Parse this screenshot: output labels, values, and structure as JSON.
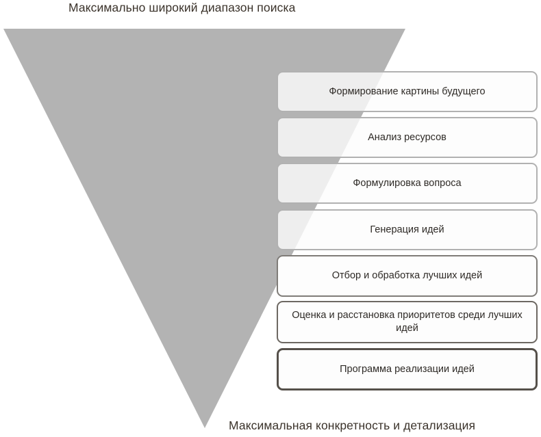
{
  "diagram": {
    "top_label": "Максимально широкий диапазон поиска",
    "bottom_label": "Максимальная конкретность и детализация",
    "funnel_color": "#b3b3b3",
    "stages": [
      {
        "label": "Формирование картины будущего",
        "style": "light",
        "border_color": "#adadad"
      },
      {
        "label": "Анализ ресурсов",
        "style": "light",
        "border_color": "#adadad"
      },
      {
        "label": "Формулировка вопроса",
        "style": "light",
        "border_color": "#adadad"
      },
      {
        "label": "Генерация идей",
        "style": "light",
        "border_color": "#adadad"
      },
      {
        "label": "Отбор и обработка лучших идей",
        "style": "solid-a",
        "border_color": "#7f7c78"
      },
      {
        "label": "Оценка и расстановка приоритетов среди лучших идей",
        "style": "solid-b",
        "border_color": "#6d6862"
      },
      {
        "label": "Программа реализации идей",
        "style": "solid-c",
        "border_color": "#55504a"
      }
    ]
  }
}
